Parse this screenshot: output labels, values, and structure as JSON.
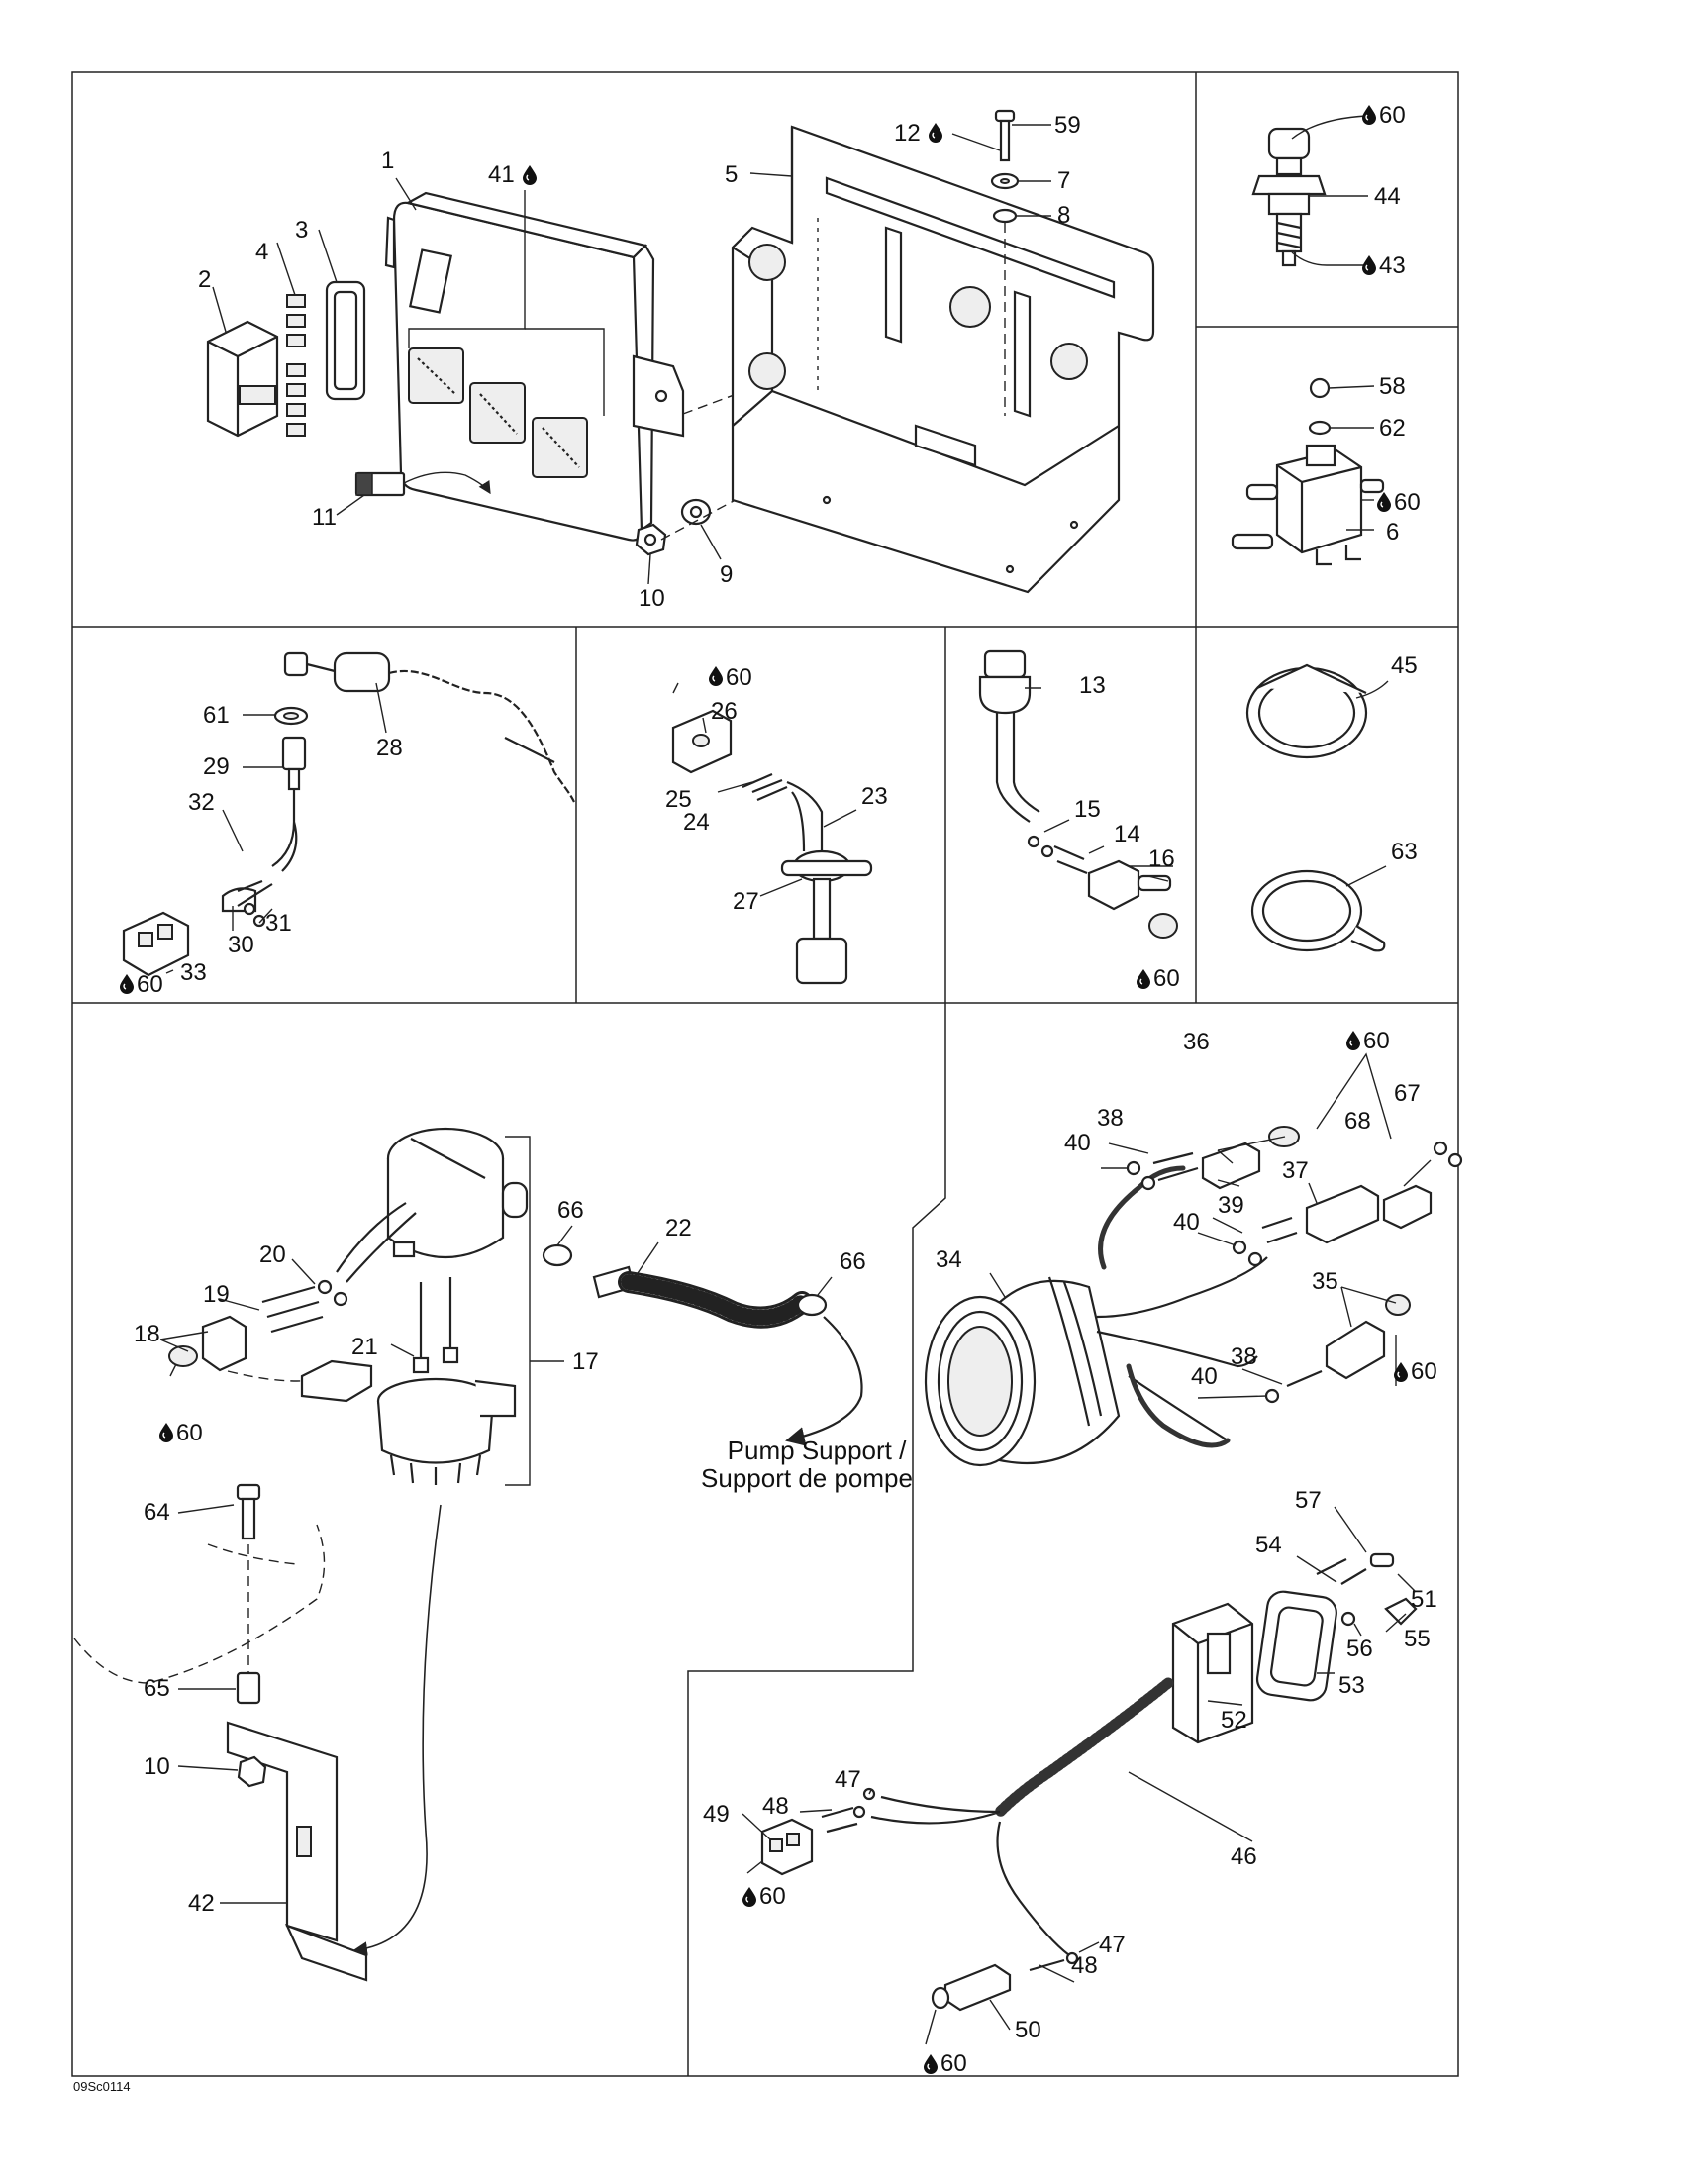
{
  "figure_code": "09Sc0114",
  "callouts": {
    "c1": "1",
    "c2": "2",
    "c3": "3",
    "c4": "4",
    "c41": "41",
    "c5": "5",
    "c12": "12",
    "c59": "59",
    "c7": "7",
    "c8": "8",
    "c11": "11",
    "c10a": "10",
    "c9": "9",
    "c60a": "60",
    "c44": "44",
    "c43": "43",
    "c58": "58",
    "c62": "62",
    "c60b": "60",
    "c6": "6",
    "c61": "61",
    "c28": "28",
    "c29": "29",
    "c32": "32",
    "c31": "31",
    "c30": "30",
    "c33": "33",
    "c60c": "60",
    "c60d": "60",
    "c26": "26",
    "c25": "25",
    "c24": "24",
    "c23": "23",
    "c27": "27",
    "c13": "13",
    "c15": "15",
    "c14": "14",
    "c16": "16",
    "c60e": "60",
    "c45": "45",
    "c63": "63",
    "c66a": "66",
    "c22": "22",
    "c66b": "66",
    "c20": "20",
    "c19": "19",
    "c18": "18",
    "c21": "21",
    "c17": "17",
    "c60f": "60",
    "c64": "64",
    "c65": "65",
    "c10b": "10",
    "c42": "42",
    "c60g": "60",
    "c36": "36",
    "c67": "67",
    "c38a": "38",
    "c40a": "40",
    "c68": "68",
    "c37": "37",
    "c39": "39",
    "c40b": "40",
    "c34": "34",
    "c35": "35",
    "c40c": "40",
    "c38b": "38",
    "c60h": "60",
    "c57": "57",
    "c54": "54",
    "c51": "51",
    "c56": "56",
    "c55": "55",
    "c53": "53",
    "c52": "52",
    "c47a": "47",
    "c48a": "48",
    "c49": "49",
    "c60i": "60",
    "c46": "46",
    "c47b": "47",
    "c48b": "48",
    "c50": "50",
    "c60j": "60"
  },
  "pump_caption": {
    "line1": "Pump Support /",
    "line2": "Support de pompe"
  },
  "icons": [
    "sealant-drop-icon",
    "pointer-arrow-icon"
  ]
}
